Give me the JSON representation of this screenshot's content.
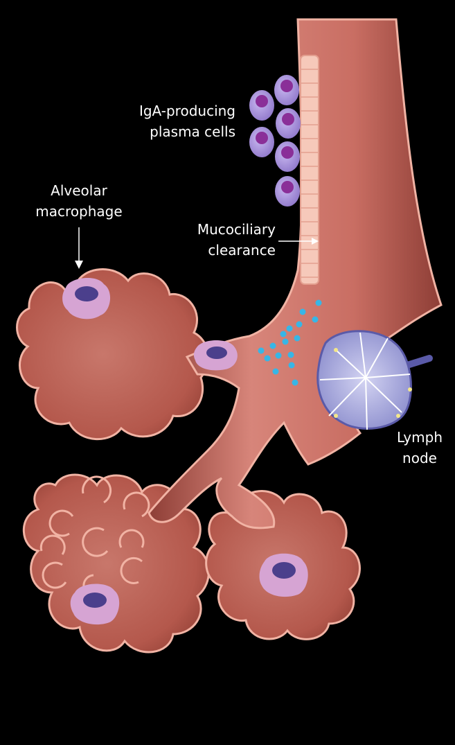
{
  "labels": {
    "plasma_cells": [
      "IgA-producing",
      "plasma cells"
    ],
    "macrophage": [
      "Alveolar",
      "macrophage"
    ],
    "mucociliary": [
      "Mucociliary",
      "clearance"
    ],
    "lymph_node": [
      "Lymph",
      "node"
    ]
  },
  "colors": {
    "background": "#000000",
    "tissue": "#c96e63",
    "tissue_dark": "#8e3e36",
    "tissue_outline": "#f1b3a4",
    "plasma_cell": "#a48fd7",
    "plasma_nucleus": "#8a2f98",
    "macrophage": "#d6a4d3",
    "macrophage_nucleus": "#4b3f8c",
    "lymph_node": "#b7b7e8",
    "lymph_lobe": "#8e8ed0",
    "antibody_dot": "#37b6e6",
    "text": "#ffffff"
  }
}
